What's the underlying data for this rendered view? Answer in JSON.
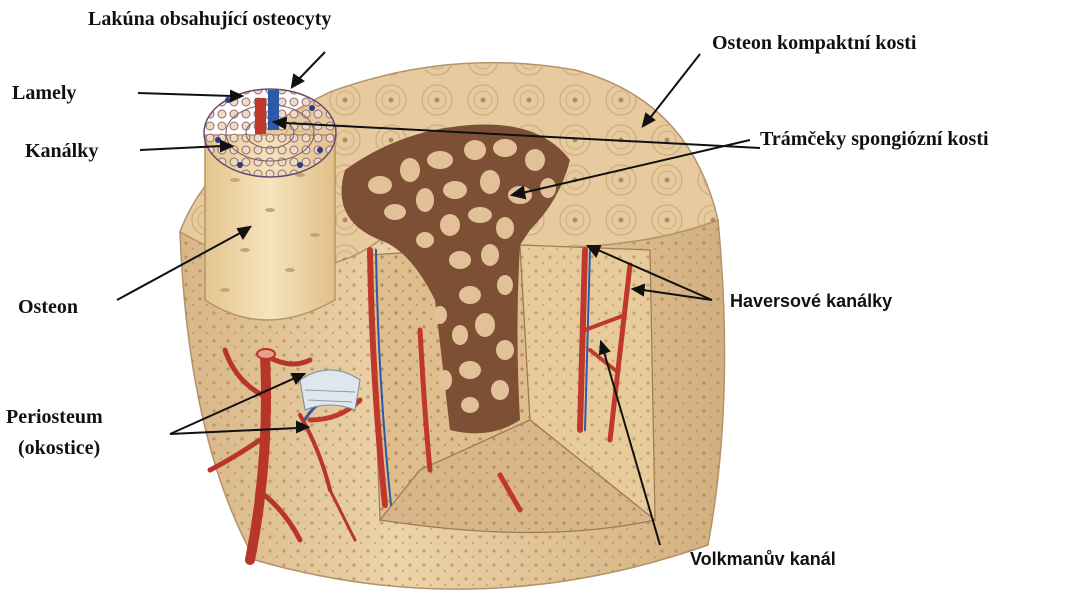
{
  "labels": {
    "lacuna": "Lakúna obsahující osteocyty",
    "lamely": "Lamely",
    "kanalky": "Kanálky",
    "osteon": "Osteon",
    "periosteum_line1": "Periosteum",
    "periosteum_line2": "(okostice)",
    "osteon_compact": "Osteon kompaktní kosti",
    "trabeculae": "Trámčeky spongiózní kosti",
    "haversian": "Haversové kanálky",
    "volkmann": "Volkmanův kanál"
  },
  "colors": {
    "bone": "#e9cda0",
    "bone_dark": "#caa777",
    "spongy": "#8a5a3c",
    "artery": "#c0382b",
    "vein": "#2d5aa8",
    "pointer": "#111111"
  }
}
